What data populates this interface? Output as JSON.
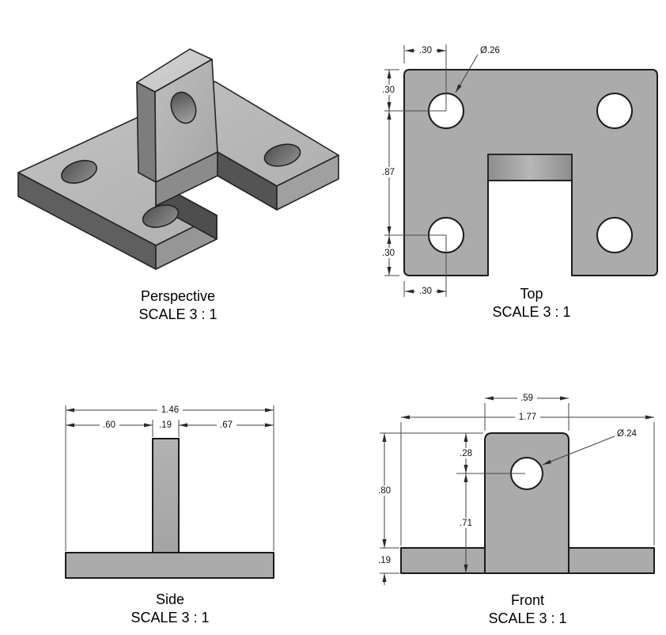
{
  "sheet": {
    "background": "#ffffff"
  },
  "perspective_view": {
    "label": "Perspective",
    "scale": "SCALE 3 : 1"
  },
  "top_view": {
    "label": "Top",
    "scale": "SCALE 3 : 1",
    "dims": {
      "hole_x_top": ".30",
      "hole_dia": "Ø.26",
      "edge_to_hole": ".30",
      "hole_span": ".87",
      "hole_to_edge": ".30",
      "hole_x_bottom": ".30"
    }
  },
  "side_view": {
    "label": "Side",
    "scale": "SCALE 3 : 1",
    "dims": {
      "overall": "1.46",
      "left": ".60",
      "tab": ".19",
      "right": ".67"
    }
  },
  "front_view": {
    "label": "Front",
    "scale": "SCALE 3 : 1",
    "dims": {
      "tab_width": ".59",
      "overall_width": "1.77",
      "top_to_hole": ".28",
      "height": ".80",
      "hole_to_bottom": ".71",
      "base_thickness": ".19",
      "hole_dia": "Ø.24"
    }
  },
  "colors": {
    "part_gray": "#ababab",
    "outline": "#1b1b1b",
    "dim_lines": "#3f3f3f",
    "text": "#111111"
  }
}
